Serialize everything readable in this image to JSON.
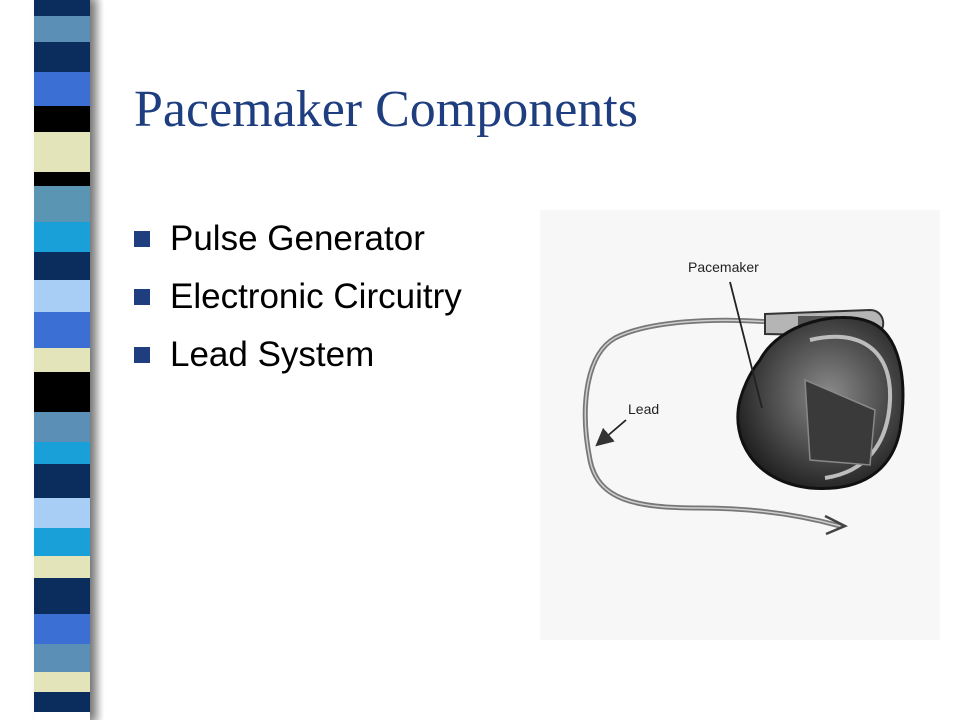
{
  "slide": {
    "title": "Pacemaker Components",
    "bullets": [
      "Pulse Generator",
      "Electronic Circuitry",
      "Lead System"
    ],
    "accent_color": "#1f3e80"
  },
  "figure": {
    "pacemaker_label": "Pacemaker",
    "lead_label": "Lead"
  },
  "stripe_colors": [
    "#0a2d5e",
    "#5b8fb5",
    "#0a2d5e",
    "#3b6fd4",
    "#000000",
    "#e3e4b9",
    "#000000",
    "#5b95b4",
    "#1aa0d8",
    "#0a2d5e",
    "#a9cef5",
    "#3b6fd4",
    "#e3e4b9",
    "#000000",
    "#5b8fb5",
    "#1aa0d8",
    "#0a2d5e",
    "#a9cef5",
    "#1aa0d8",
    "#e3e4b9",
    "#0a2d5e",
    "#3b6fd4",
    "#5b8fb5",
    "#e3e4b9",
    "#0a2d5e"
  ]
}
